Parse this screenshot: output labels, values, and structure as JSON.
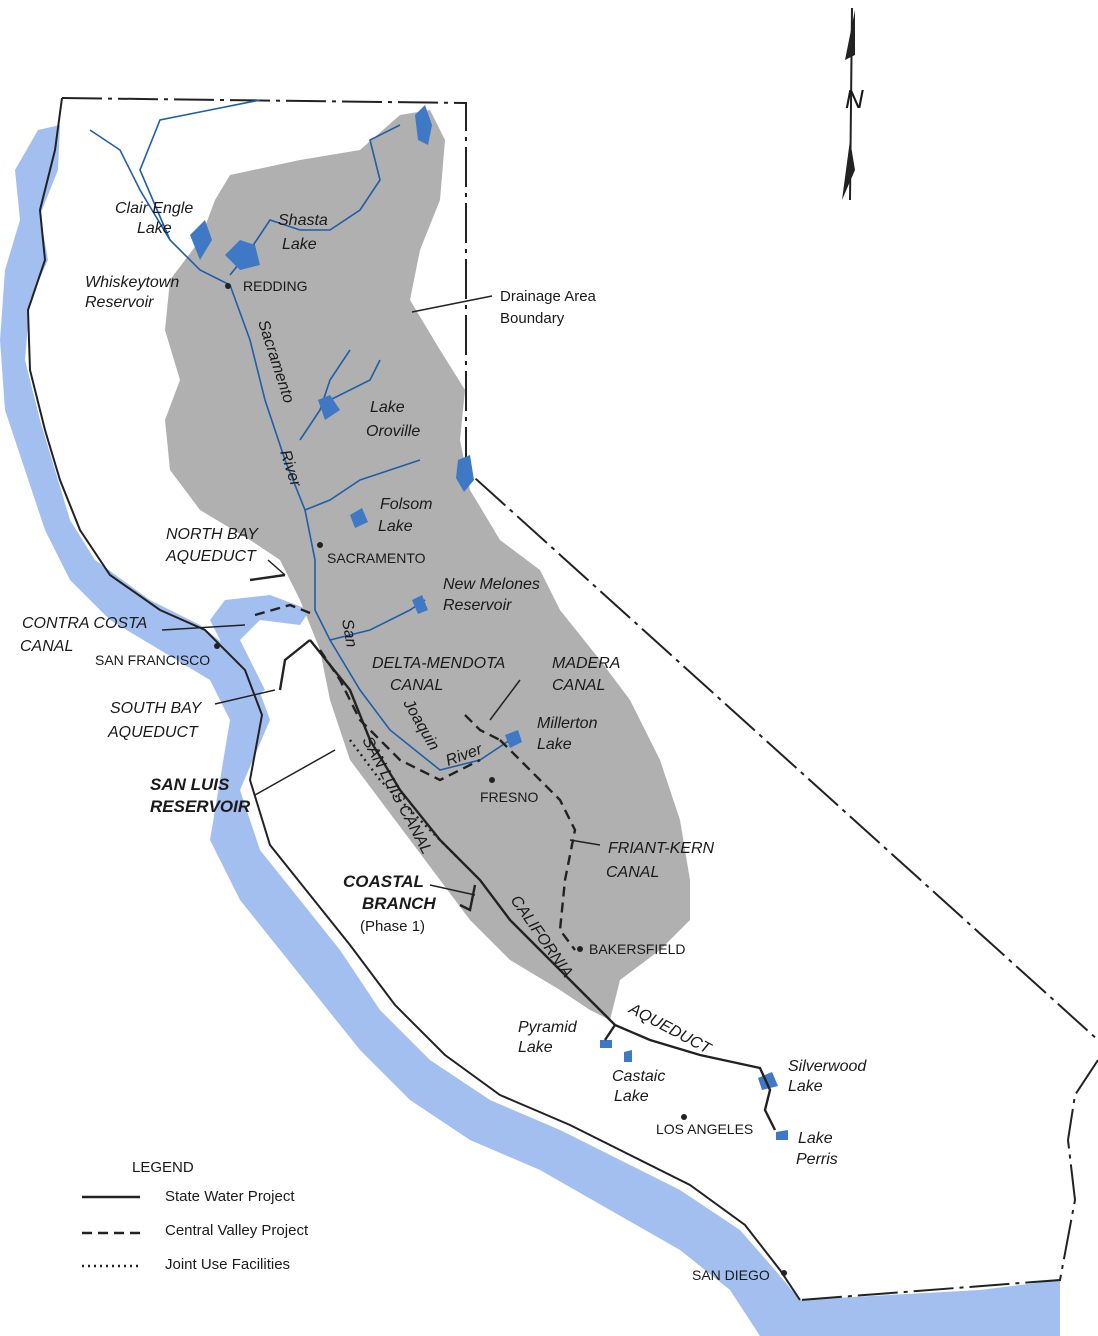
{
  "colors": {
    "ocean": "#a3bff0",
    "drainage": "#b0b0b0",
    "river": "#1f5ea8",
    "lake": "#3f78c4",
    "line": "#222222"
  },
  "north": {
    "letter": "N"
  },
  "drainage_label": {
    "line1": "Drainage Area",
    "line2": "Boundary"
  },
  "lakes": {
    "clair_engle": [
      "Clair Engle",
      "Lake"
    ],
    "shasta": [
      "Shasta",
      "Lake"
    ],
    "whiskeytown": [
      "Whiskeytown",
      "Reservoir"
    ],
    "oroville": [
      "Lake",
      "Oroville"
    ],
    "folsom": [
      "Folsom",
      "Lake"
    ],
    "new_melones": [
      "New Melones",
      "Reservoir"
    ],
    "millerton": [
      "Millerton",
      "Lake"
    ],
    "pyramid": [
      "Pyramid",
      "Lake"
    ],
    "castaic": [
      "Castaic",
      "Lake"
    ],
    "silverwood": [
      "Silverwood",
      "Lake"
    ],
    "perris": [
      "Lake",
      "Perris"
    ]
  },
  "cities": {
    "redding": "REDDING",
    "sacramento": "SACRAMENTO",
    "san_francisco": "SAN FRANCISCO",
    "fresno": "FRESNO",
    "bakersfield": "BAKERSFIELD",
    "los_angeles": "LOS ANGELES",
    "san_diego": "SAN DIEGO"
  },
  "rivers": {
    "sacramento": "Sacramento",
    "sacramento_river": "River",
    "san": "San",
    "joaquin": "Joaquin",
    "san_joaquin_river": "River"
  },
  "facilities": {
    "north_bay": [
      "NORTH BAY",
      "AQUEDUCT"
    ],
    "contra_costa": [
      "CONTRA COSTA",
      "CANAL"
    ],
    "south_bay": [
      "SOUTH BAY",
      "AQUEDUCT"
    ],
    "san_luis_reservoir": [
      "SAN LUIS",
      "RESERVOIR"
    ],
    "delta_mendota": [
      "DELTA-MENDOTA",
      "CANAL"
    ],
    "madera": [
      "MADERA",
      "CANAL"
    ],
    "friant_kern": [
      "FRIANT-KERN",
      "CANAL"
    ],
    "coastal_branch": [
      "COASTAL",
      "BRANCH",
      "(Phase 1)"
    ],
    "san_luis_canal": "SAN LUIS CANAL",
    "california": "CALIFORNIA",
    "aqueduct": "AQUEDUCT"
  },
  "legend": {
    "title": "LEGEND",
    "items": [
      "State Water Project",
      "Central Valley Project",
      "Joint Use Facilities"
    ]
  }
}
